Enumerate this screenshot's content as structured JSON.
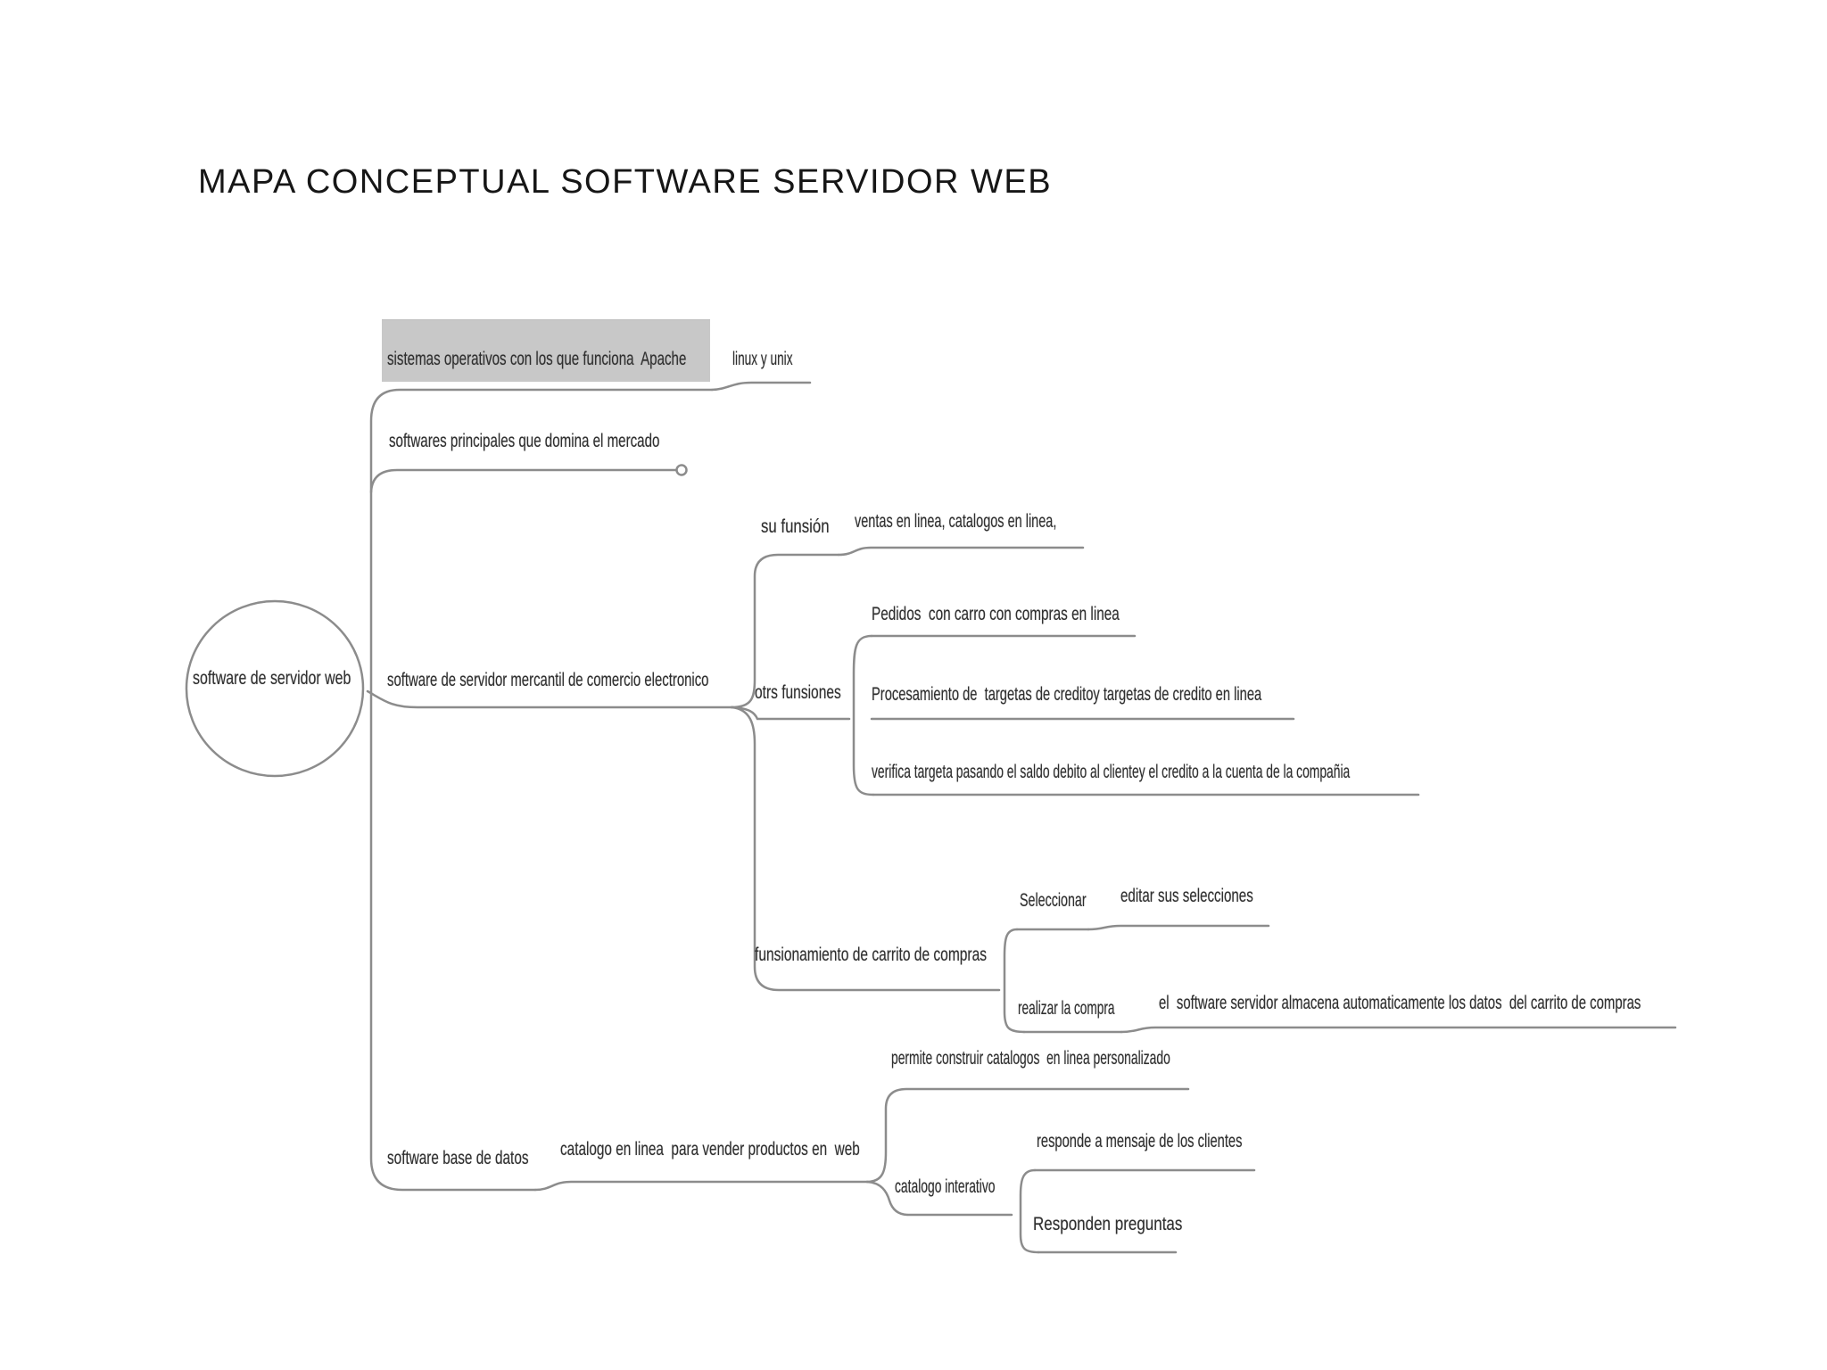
{
  "title": "MAPA CONCEPTUAL SOFTWARE SERVIDOR WEB",
  "colors": {
    "background": "#ffffff",
    "line": "#8c8c8c",
    "text": "#2f2f2f",
    "title_text": "#161616",
    "highlight_box": "#c8c8c8"
  },
  "root": {
    "label": "software de servidor web"
  },
  "nodes": {
    "os": {
      "label": "sistemas operativos con los que funciona  Apache",
      "highlighted": true
    },
    "linux": {
      "label": "linux y unix"
    },
    "principales": {
      "label": "softwares principales que domina el mercado"
    },
    "mercantil": {
      "label": "software de servidor mercantil de comercio electronico"
    },
    "su_funsion": {
      "label": "su funsión"
    },
    "ventas": {
      "label": "ventas en linea, catalogos en linea,"
    },
    "otras_funsiones": {
      "label": "otrs funsiones"
    },
    "pedidos": {
      "label": "Pedidos  con carro con compras en linea"
    },
    "procesamiento": {
      "label": "Procesamiento de  targetas de creditoy targetas de credito en linea"
    },
    "verifica": {
      "label": "verifica targeta pasando el saldo debito al clientey el credito a la cuenta de la compañia"
    },
    "funsionamiento": {
      "label": "funsionamiento de carrito de compras"
    },
    "seleccionar": {
      "label": "Seleccionar"
    },
    "editar": {
      "label": "editar sus selecciones"
    },
    "realizar": {
      "label": "realizar la compra"
    },
    "almacena": {
      "label": "el  software servidor almacena automaticamente los datos  del carrito de compras"
    },
    "base_datos": {
      "label": "software base de datos"
    },
    "catalogo_linea": {
      "label": "catalogo en linea  para vender productos en  web"
    },
    "permite": {
      "label": "permite construir catalogos  en linea personalizado"
    },
    "interativo": {
      "label": "catalogo interativo"
    },
    "responde": {
      "label": "responde a mensaje de los clientes"
    },
    "preguntas": {
      "label": "Responden preguntas"
    }
  }
}
